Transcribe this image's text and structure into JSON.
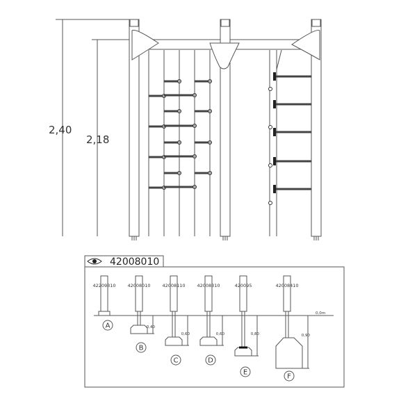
{
  "elevation": {
    "dimensions": [
      {
        "label": "2,40"
      },
      {
        "label": "2,18"
      }
    ]
  },
  "foundation_panel": {
    "header_icon": "eye-icon",
    "header_code": "42008010",
    "ground_label": "0,0m",
    "variants": [
      {
        "code": "42209310",
        "letter": "A",
        "depth": ""
      },
      {
        "code": "42008010",
        "letter": "B",
        "depth": "0,40"
      },
      {
        "code": "42008110",
        "letter": "C",
        "depth": "0,60"
      },
      {
        "code": "42008310",
        "letter": "D",
        "depth": "0,60"
      },
      {
        "code": "420095",
        "letter": "E",
        "depth": "0,80"
      },
      {
        "code": "42008410",
        "letter": "F",
        "depth": "0,90"
      }
    ]
  }
}
